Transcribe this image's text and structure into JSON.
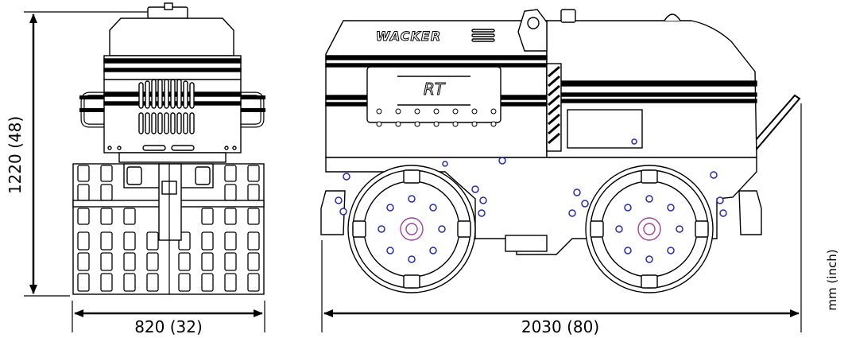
{
  "dimensions": {
    "height_label": "1220 (48)",
    "front_width_label": "820 (32)",
    "side_length_label": "2030 (80)",
    "unit_label": "mm (inch)"
  },
  "machine": {
    "brand_text": "WACKER",
    "model_badge": "RT"
  },
  "colors": {
    "line": "#000000",
    "bolt_accent": "#2a2aa8",
    "hub_accent": "#a040a0"
  }
}
